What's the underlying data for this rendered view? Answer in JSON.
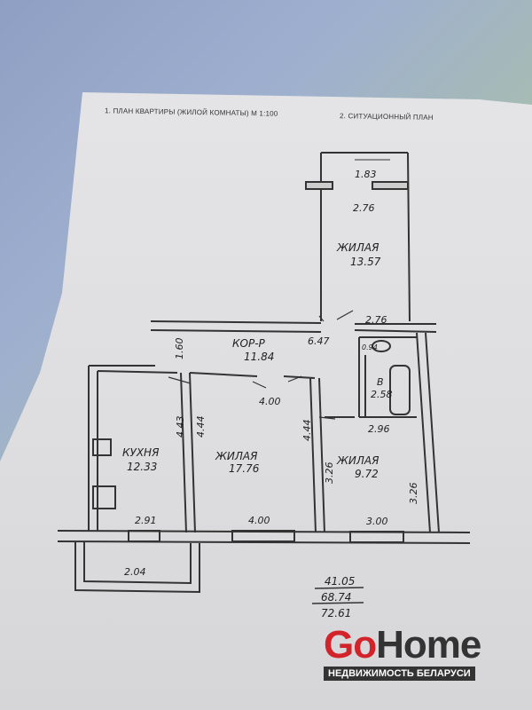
{
  "document": {
    "section_1_title": "1. ПЛАН КВАРТИРЫ (ЖИЛОЙ КОМНАТЫ) М 1:100",
    "section_2_title": "2. СИТУАЦИОННЫЙ ПЛАН"
  },
  "plan": {
    "rooms": [
      {
        "name": "ЖИЛАЯ",
        "area": "13.57"
      },
      {
        "name": "КОР-Р",
        "area": "11.84"
      },
      {
        "name": "КУХНЯ",
        "area": "12.33"
      },
      {
        "name": "ЖИЛАЯ",
        "area": "17.76"
      },
      {
        "name": "ЖИЛАЯ",
        "area": "9.72"
      },
      {
        "name": "В",
        "area": "2.58"
      }
    ],
    "dimensions": {
      "balcony_top": "1.83",
      "room_top_width": "2.76",
      "corridor_right_width": "2.76",
      "corridor_height": "1.60",
      "corridor_length": "6.47",
      "toilet": "0.94",
      "door_width": "4.00",
      "kitchen_height": "4.43",
      "living_left_height": "4.44",
      "living_right_height": "4.44",
      "small_room_width_top": "2.96",
      "small_room_height_left": "3.26",
      "small_room_height_right": "3.26",
      "kitchen_width": "2.91",
      "living_width": "4.00",
      "small_room_width": "3.00",
      "balcony_bottom": "2.04"
    },
    "totals": [
      "41.05",
      "68.74",
      "72.61"
    ]
  },
  "watermark": {
    "brand_go": "Go",
    "brand_home": "Home",
    "tagline": "НЕДВИЖИМОСТЬ БЕЛАРУСИ",
    "brand_red": "#d2232a",
    "brand_dark": "#333333"
  }
}
